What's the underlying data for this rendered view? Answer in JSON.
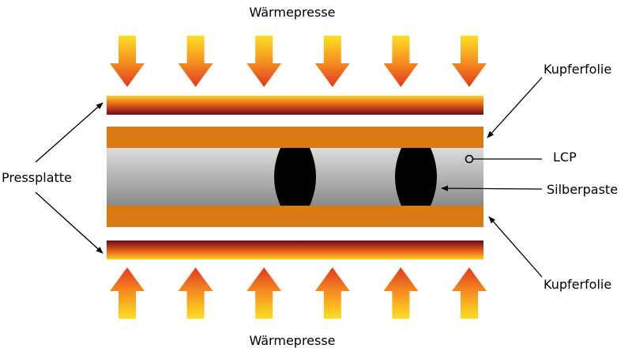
{
  "labels": {
    "heat_press_top": "Wärmepresse",
    "heat_press_bottom": "Wärmepresse",
    "copper_foil_top": "Kupferfolie",
    "copper_foil_bottom": "Kupferfolie",
    "lcp": "LCP",
    "silver_paste": "Silberpaste",
    "press_plate": "Pressplatte"
  },
  "colors": {
    "copper": "#d97a12",
    "lcp_light": "#d8d8d8",
    "lcp_dark": "#8c8c8c",
    "plate_hot": "#7a0a1a",
    "plate_mid": "#e8541a",
    "plate_warm": "#fcd21e",
    "arrow_hot": "#e8401c",
    "arrow_warm": "#fcd21e",
    "silver_paste": "#000000"
  },
  "arrow_count": 6
}
